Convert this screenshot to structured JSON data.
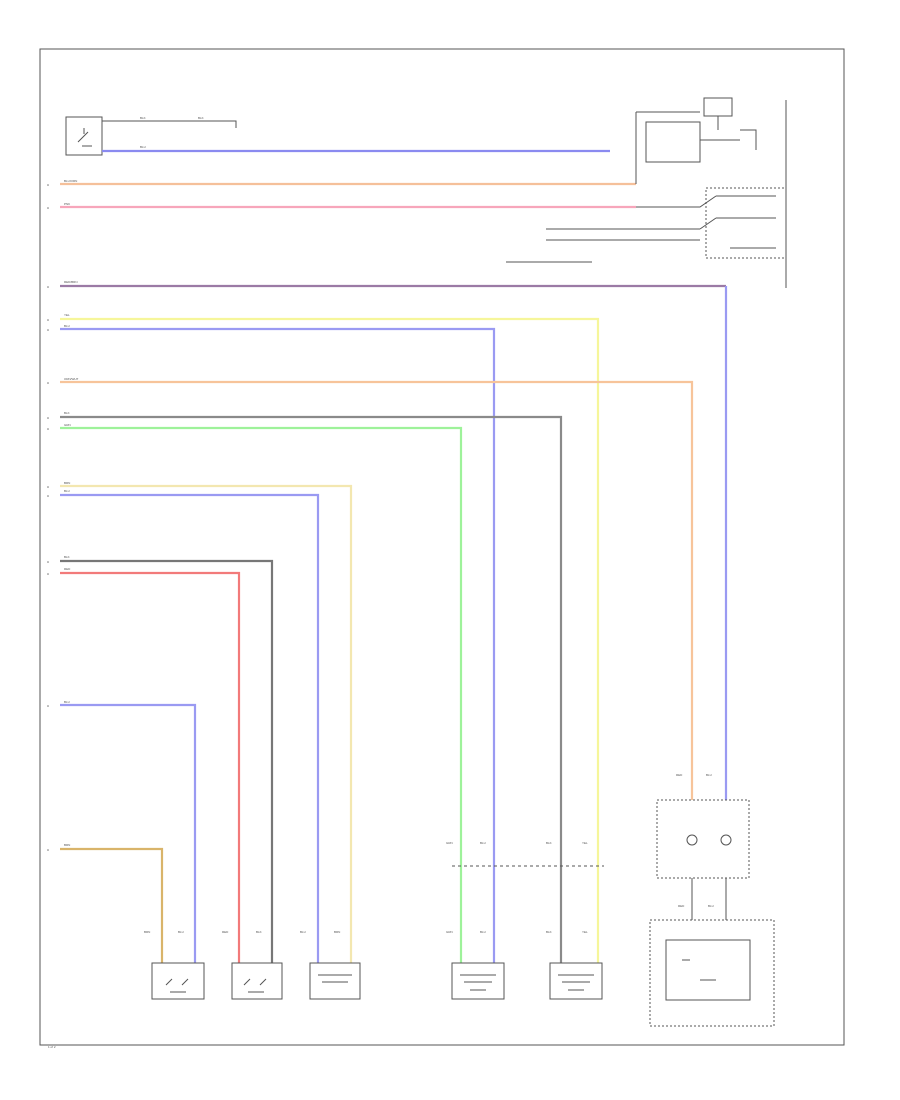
{
  "frame": {
    "header_caption": "",
    "footer_id": "1 of 2"
  },
  "switch_block": {
    "lines": [
      "",
      "",
      "",
      "",
      ""
    ],
    "wire_labels": [
      "BLK",
      "BLK",
      "BLU"
    ],
    "ground": "",
    "ground_sub": ""
  },
  "note": "",
  "wires": [
    {
      "label": "BLU/ORN",
      "color": "#f5c09a"
    },
    {
      "label": "PNK",
      "color": "#f7a6bb"
    },
    {
      "label": "RED/BRN",
      "color": "#9b7aa5"
    },
    {
      "label": "YEL",
      "color": "#f6f69a"
    },
    {
      "label": "BLU",
      "color": "#9a9af2"
    },
    {
      "label": "ORN/WHT",
      "color": "#f7c49a"
    },
    {
      "label": "BLK",
      "color": "#8a8a8a"
    },
    {
      "label": "GRN",
      "color": "#9ef29a"
    },
    {
      "label": "RED",
      "color": "#f27a7a"
    },
    {
      "label": "BRN",
      "color": "#d9b46a"
    }
  ],
  "top_right": {
    "unit": "",
    "relay_box": "",
    "labels": [
      "",
      "",
      "",
      "",
      ""
    ],
    "caption": ""
  },
  "clock_spring": {
    "label": "",
    "pins": [
      "RED",
      "BLU"
    ]
  },
  "driver_airbag": {
    "label": "",
    "sub": "",
    "pins": [
      "RED",
      "BLU"
    ]
  },
  "steering_label": "",
  "components": [
    {
      "name": "",
      "pins": [
        "BRN",
        "BLU"
      ]
    },
    {
      "name": "",
      "pins": [
        "RED",
        "BLK"
      ]
    },
    {
      "name": "",
      "pins": [
        "BLU",
        "BRN"
      ]
    },
    {
      "name": "",
      "pins": [
        "GRN",
        "BLU"
      ]
    },
    {
      "name": "",
      "pins": [
        "BLK",
        "YEL"
      ]
    }
  ]
}
